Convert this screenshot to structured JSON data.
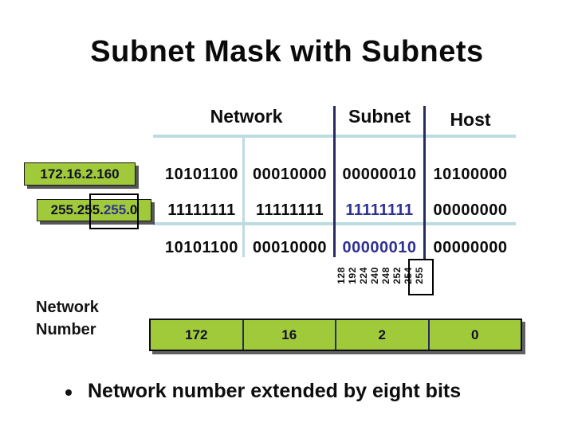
{
  "title": "Subnet Mask with Subnets",
  "headers": {
    "network": "Network",
    "subnet": "Subnet",
    "host": "Host"
  },
  "ip_label": "172.16.2.160",
  "mask_label": {
    "part1": "255.255.",
    "part2": "255",
    "part3": ".0"
  },
  "rows": {
    "address": [
      "10101100",
      "00010000",
      "00000010",
      "10100000"
    ],
    "mask": [
      "11111111",
      "11111111",
      "11111111",
      "00000000"
    ],
    "result": [
      "10101100",
      "00010000",
      "00000010",
      "00000000"
    ]
  },
  "mask_values": [
    "128",
    "192",
    "224",
    "240",
    "248",
    "252",
    "254",
    "255"
  ],
  "network_number": {
    "label_line1": "Network",
    "label_line2": "Number",
    "octets": [
      "172",
      "16",
      "2",
      "0"
    ]
  },
  "bullet_text": "Network number extended by eight bits",
  "colors": {
    "green": "#a0ca3a",
    "light_blue_line": "#bcdce2",
    "navy_line": "#2a2a63",
    "blue_text": "#2e3192"
  }
}
